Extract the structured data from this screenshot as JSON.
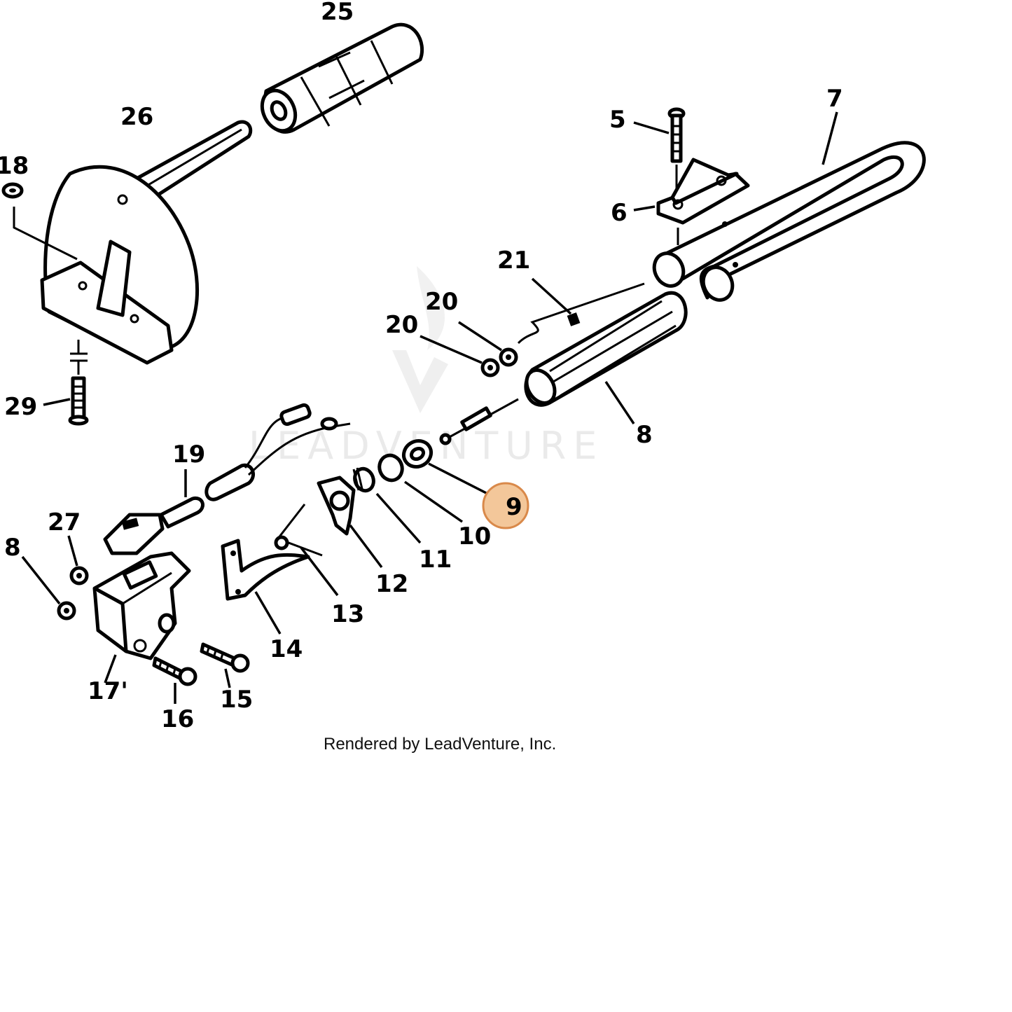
{
  "callouts": [
    {
      "id": "25",
      "text": "25"
    },
    {
      "id": "26",
      "text": "26"
    },
    {
      "id": "18",
      "text": "18"
    },
    {
      "id": "29",
      "text": "29"
    },
    {
      "id": "5",
      "text": "5"
    },
    {
      "id": "7",
      "text": "7"
    },
    {
      "id": "6",
      "text": "6"
    },
    {
      "id": "21",
      "text": "21"
    },
    {
      "id": "20a",
      "text": "20"
    },
    {
      "id": "20b",
      "text": "20"
    },
    {
      "id": "8a",
      "text": "8"
    },
    {
      "id": "19",
      "text": "19"
    },
    {
      "id": "9",
      "text": "9"
    },
    {
      "id": "10",
      "text": "10"
    },
    {
      "id": "11",
      "text": "11"
    },
    {
      "id": "12",
      "text": "12"
    },
    {
      "id": "13",
      "text": "13"
    },
    {
      "id": "14",
      "text": "14"
    },
    {
      "id": "27",
      "text": "27"
    },
    {
      "id": "8b",
      "text": "8"
    },
    {
      "id": "17",
      "text": "17'"
    },
    {
      "id": "15",
      "text": "15"
    },
    {
      "id": "16",
      "text": "16"
    }
  ],
  "highlighted_callout": "9",
  "highlight_color": "#f3c79a",
  "highlight_stroke": "#d9894a",
  "watermark": "LEADVENTURE",
  "credit": "Rendered by LeadVenture, Inc."
}
